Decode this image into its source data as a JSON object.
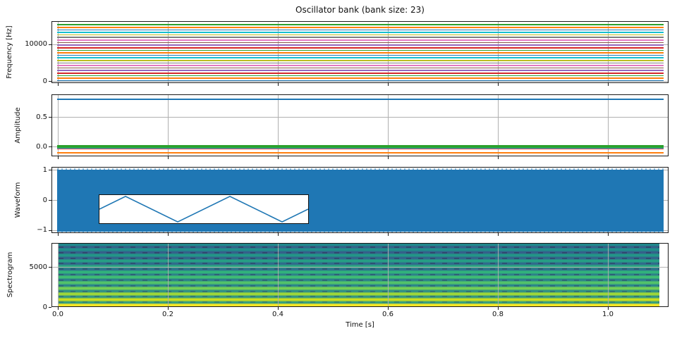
{
  "figure": {
    "title": "Oscillator bank (bank size: 23)",
    "xlabel": "Time [s]",
    "bank_size": 23,
    "background": "#ffffff",
    "grid_color": "#b0b0b0",
    "palette": [
      "#1f77b4",
      "#ff7f0e",
      "#2ca02c",
      "#d62728",
      "#9467bd",
      "#8c564b",
      "#e377c2",
      "#7f7f7f",
      "#bcbd22",
      "#17becf"
    ],
    "x_tick_values": [
      0.0,
      0.2,
      0.4,
      0.6,
      0.8,
      1.0
    ],
    "x_tick_labels": [
      "0.0",
      "0.2",
      "0.4",
      "0.6",
      "0.8",
      "1.0"
    ],
    "time_range_s": [
      0.0,
      1.1
    ]
  },
  "chart_data": [
    {
      "type": "line",
      "panel": "frequency",
      "ylabel": "Frequency [Hz]",
      "ylim": [
        -480,
        16280
      ],
      "ytick_values": [
        0,
        10000
      ],
      "ytick_labels": [
        "0",
        "10000"
      ],
      "note": "23 constant-frequency oscillators (odd harmonics of 344 Hz), matplotlib C0-C9 color cycle",
      "frequencies_hz": [
        344,
        1032,
        1720,
        2408,
        3096,
        3784,
        4472,
        5160,
        5848,
        6536,
        7224,
        7912,
        8600,
        9288,
        9976,
        10664,
        11352,
        12040,
        12728,
        13416,
        14104,
        14792,
        15480
      ]
    },
    {
      "type": "line",
      "panel": "amplitude",
      "ylabel": "Amplitude",
      "ylim": [
        -0.16,
        0.88
      ],
      "ytick_values": [
        0.0,
        0.5
      ],
      "ytick_labels": [
        "0.0",
        "0.5"
      ],
      "note": "triangle-wave Fourier coefficients 8/pi^2 * (-1)^k/(2k+1)^2, constant over time",
      "amplitudes": [
        0.811,
        -0.0901,
        0.0324,
        -0.0165,
        0.01,
        -0.0067,
        0.0048,
        -0.0036,
        0.0028,
        -0.0022,
        0.0018,
        -0.0015,
        0.0013,
        -0.0011,
        0.001,
        -0.00084,
        0.00074,
        -0.00066,
        0.00059,
        -0.00053,
        0.00048,
        -0.00044,
        0.0004
      ]
    },
    {
      "type": "line",
      "panel": "waveform",
      "ylabel": "Waveform",
      "ylim": [
        -1.1,
        1.1
      ],
      "ytick_values": [
        1,
        0,
        -1
      ],
      "ytick_labels": [
        "1",
        "0",
        "−1"
      ],
      "fill_range": [
        -1.03,
        1.03
      ],
      "note": "dense triangle wave fills the axis as a solid block",
      "inset": {
        "periods": 2,
        "peak": 0.93,
        "line_color_index": 0
      }
    },
    {
      "type": "heatmap",
      "panel": "spectrogram",
      "ylabel": "Spectrogram",
      "ylim_hz": [
        0,
        8000
      ],
      "ytick_values": [
        0,
        5000
      ],
      "ytick_labels": [
        "0",
        "5000"
      ],
      "colormap": "viridis",
      "time_extent_s": [
        0.008,
        1.092
      ],
      "harmonic_bands_hz": [
        344,
        1032,
        1720,
        2408,
        3096,
        3784,
        4472,
        5160,
        5848,
        6536,
        7224,
        7912
      ],
      "band_colors": [
        "#fde725",
        "#d0e11c",
        "#a3da36",
        "#77d153",
        "#54c568",
        "#40bf72",
        "#31b57b",
        "#2aab80",
        "#26a184",
        "#229887",
        "#1f908a",
        "#1f898b"
      ],
      "notch_rows_hz": [
        688,
        1376,
        2064,
        2752,
        3440,
        4128,
        4816,
        5504,
        6192,
        6880,
        7568
      ],
      "notch_color": "#30375f",
      "background_gradient_bottom_to_top": [
        "#2aa083",
        "#27808e",
        "#31648d",
        "#3a5489"
      ]
    }
  ]
}
